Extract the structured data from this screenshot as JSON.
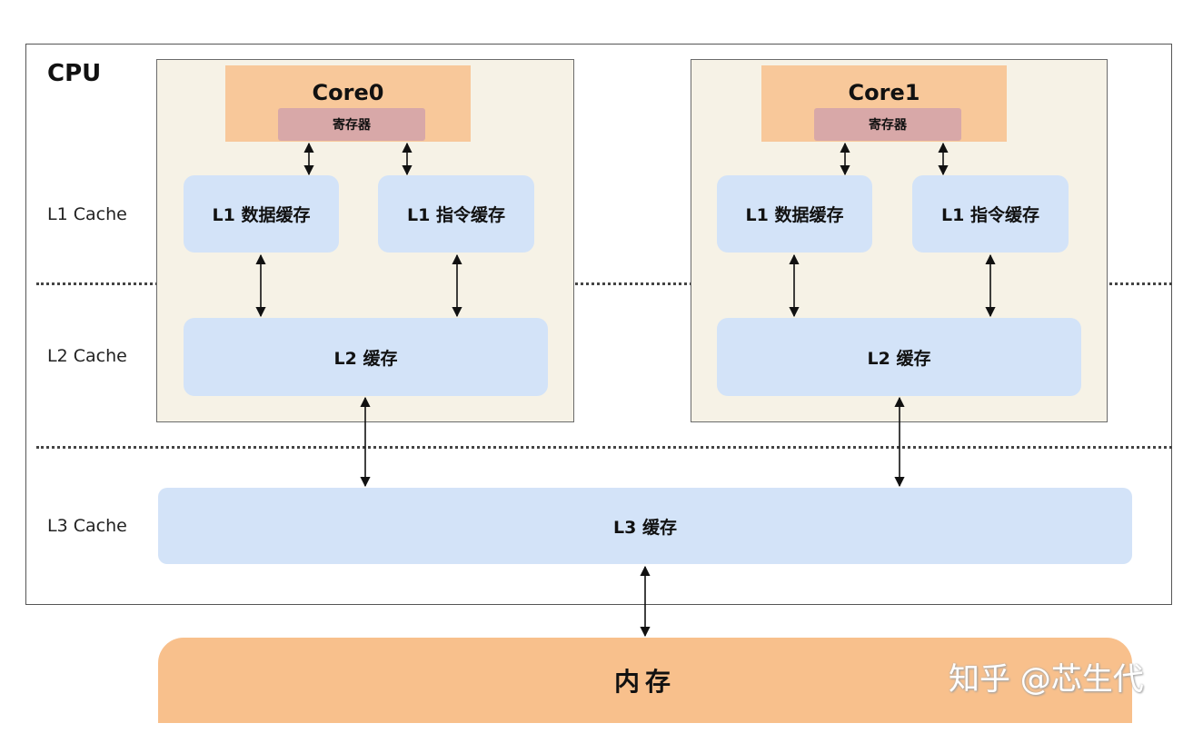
{
  "cpu": {
    "label": "CPU"
  },
  "levels": {
    "l1": "L1 Cache",
    "l2": "L2 Cache",
    "l3": "L3 Cache"
  },
  "cores": [
    {
      "title": "Core0",
      "register": "寄存器",
      "l1_data": "L1 数据缓存",
      "l1_instr": "L1 指令缓存",
      "l2": "L2 缓存"
    },
    {
      "title": "Core1",
      "register": "寄存器",
      "l1_data": "L1 数据缓存",
      "l1_instr": "L1 指令缓存",
      "l2": "L2 缓存"
    }
  ],
  "l3": {
    "label": "L3 缓存"
  },
  "memory": {
    "label": "内存"
  },
  "watermark": "知乎 @芯生代"
}
